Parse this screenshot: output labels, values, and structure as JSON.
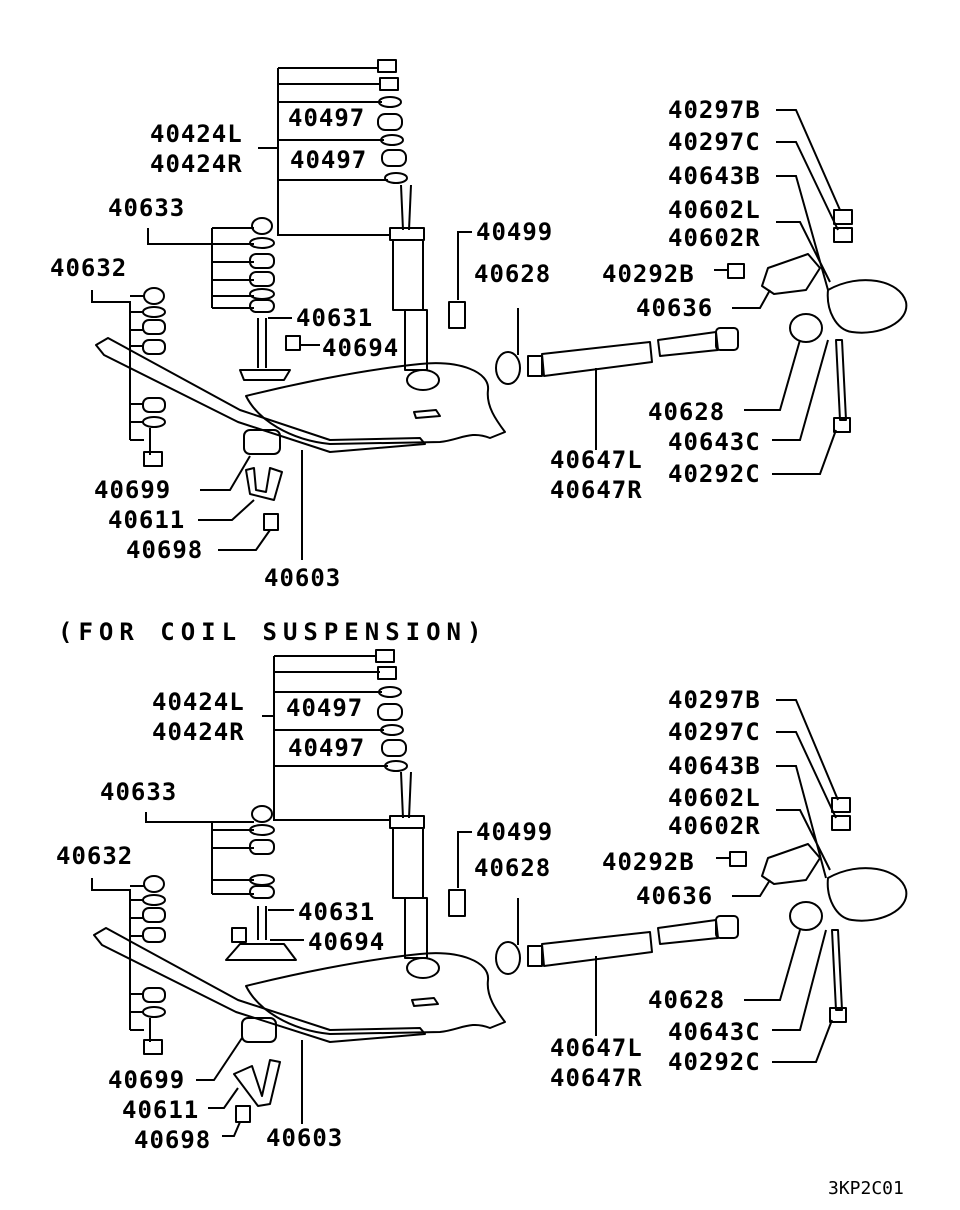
{
  "upper": {
    "labels": {
      "l40424L": "40424L",
      "l40424R": "40424R",
      "l40497a": "40497",
      "l40497b": "40497",
      "l40633": "40633",
      "l40632": "40632",
      "l40631": "40631",
      "l40694": "40694",
      "l40499": "40499",
      "l40628a": "40628",
      "l40292B": "40292B",
      "l40636": "40636",
      "l40297B": "40297B",
      "l40297C": "40297C",
      "l40643B": "40643B",
      "l40602L": "40602L",
      "l40602R": "40602R",
      "l40628b": "40628",
      "l40643C": "40643C",
      "l40292C": "40292C",
      "l40647L": "40647L",
      "l40647R": "40647R",
      "l40699": "40699",
      "l40611": "40611",
      "l40698": "40698",
      "l40603": "40603"
    }
  },
  "caption": "(FOR COIL SUSPENSION)",
  "lower": {
    "labels": {
      "l40424L": "40424L",
      "l40424R": "40424R",
      "l40497a": "40497",
      "l40497b": "40497",
      "l40633": "40633",
      "l40632": "40632",
      "l40631": "40631",
      "l40694": "40694",
      "l40499": "40499",
      "l40628a": "40628",
      "l40292B": "40292B",
      "l40636": "40636",
      "l40297B": "40297B",
      "l40297C": "40297C",
      "l40643B": "40643B",
      "l40602L": "40602L",
      "l40602R": "40602R",
      "l40628b": "40628",
      "l40643C": "40643C",
      "l40292C": "40292C",
      "l40647L": "40647L",
      "l40647R": "40647R",
      "l40699": "40699",
      "l40611": "40611",
      "l40698": "40698",
      "l40603": "40603"
    }
  },
  "diagram_code": "3KP2C01"
}
